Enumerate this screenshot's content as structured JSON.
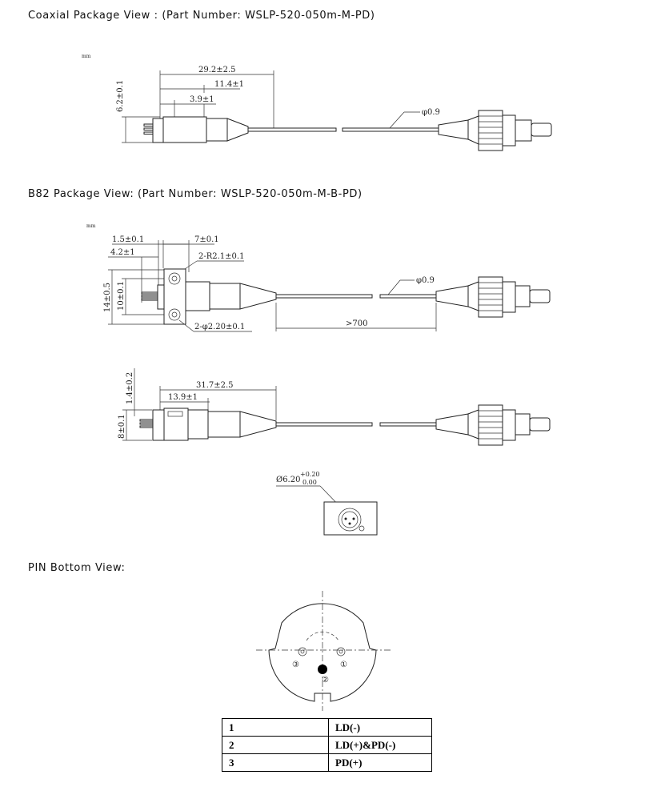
{
  "headings": {
    "coaxial": "Coaxial Package View : (Part Number: WSLP-520-050m-M-PD)",
    "b82": "B82 Package View: (Part Number: WSLP-520-050m-M-B-PD)",
    "pin": "PIN Bottom View:"
  },
  "coaxial_drawing": {
    "unit": "mm",
    "overall": "29.2±2.5",
    "mid": "11.4±1",
    "short": "3.9±1",
    "diameter": "6.2±0.1",
    "fiber": "φ0.9"
  },
  "b82_drawing": {
    "unit": "mm",
    "flange_thk": "1.5±0.1",
    "body": "7±0.1",
    "pin_len": "4.2±1",
    "radius": "2-R2.1±0.1",
    "height": "14±0.5",
    "hole_pitch": "10±0.1",
    "holes": "2-φ2.20±0.1",
    "fiber_len": ">700",
    "fiber": "φ0.9"
  },
  "side_drawing": {
    "offset": "1.4±0.2",
    "overall": "31.7±2.5",
    "mid": "13.9±1",
    "height": "8±0.1"
  },
  "end_view": {
    "diameter": "Ø6.20",
    "tol_plus": "+0.20",
    "tol_minus": "0.00"
  },
  "pin_view": {
    "labels": [
      "③",
      "①",
      "②"
    ]
  },
  "pin_table": [
    {
      "pin": "1",
      "function": "LD(-)"
    },
    {
      "pin": "2",
      "function": "LD(+)&PD(-)"
    },
    {
      "pin": "3",
      "function": "PD(+)"
    }
  ]
}
